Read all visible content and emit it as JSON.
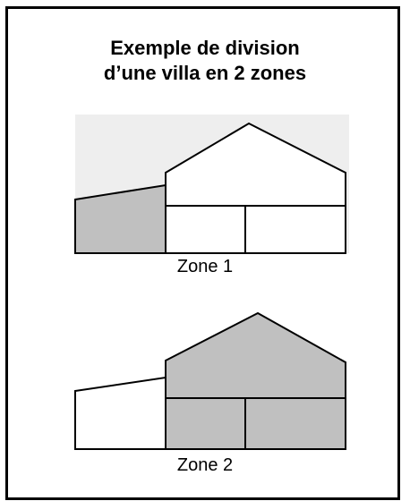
{
  "title": {
    "line1": "Exemple de division",
    "line2": "d’une villa en 2 zones"
  },
  "diagrams": [
    {
      "caption": "Zone 1",
      "shaded_section": "annex"
    },
    {
      "caption": "Zone 2",
      "shaded_section": "main-house"
    }
  ],
  "colors": {
    "shaded": "#c0c0c0",
    "unshaded": "#ffffff",
    "outline": "#000000"
  }
}
